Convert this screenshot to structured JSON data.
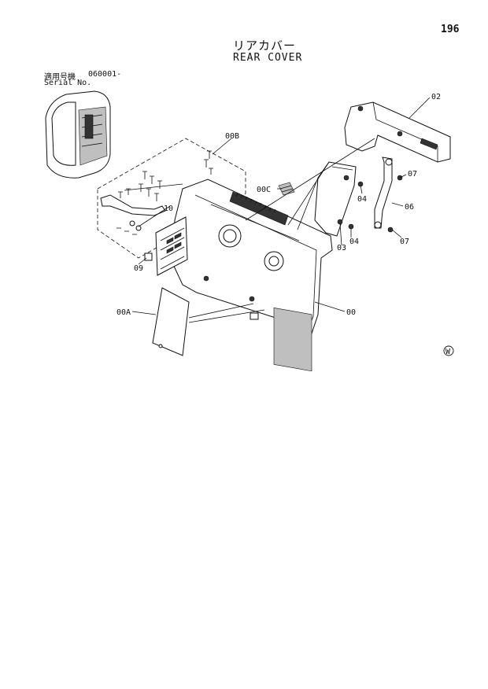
{
  "page_number": "196",
  "title": {
    "japanese": "リアカバー",
    "english": "REAR COVER"
  },
  "serial": {
    "label_japanese": "適用号機",
    "value": "060001-",
    "label_english": "Serial No."
  },
  "callouts": {
    "c02": "02",
    "c00B": "00B",
    "c00C": "00C",
    "c07a": "07",
    "c04a": "04",
    "c06": "06",
    "c10": "10",
    "c04b": "04",
    "c07b": "07",
    "c03": "03",
    "c09": "09",
    "c00A": "00A",
    "c00": "00"
  },
  "footer_mark": "W"
}
